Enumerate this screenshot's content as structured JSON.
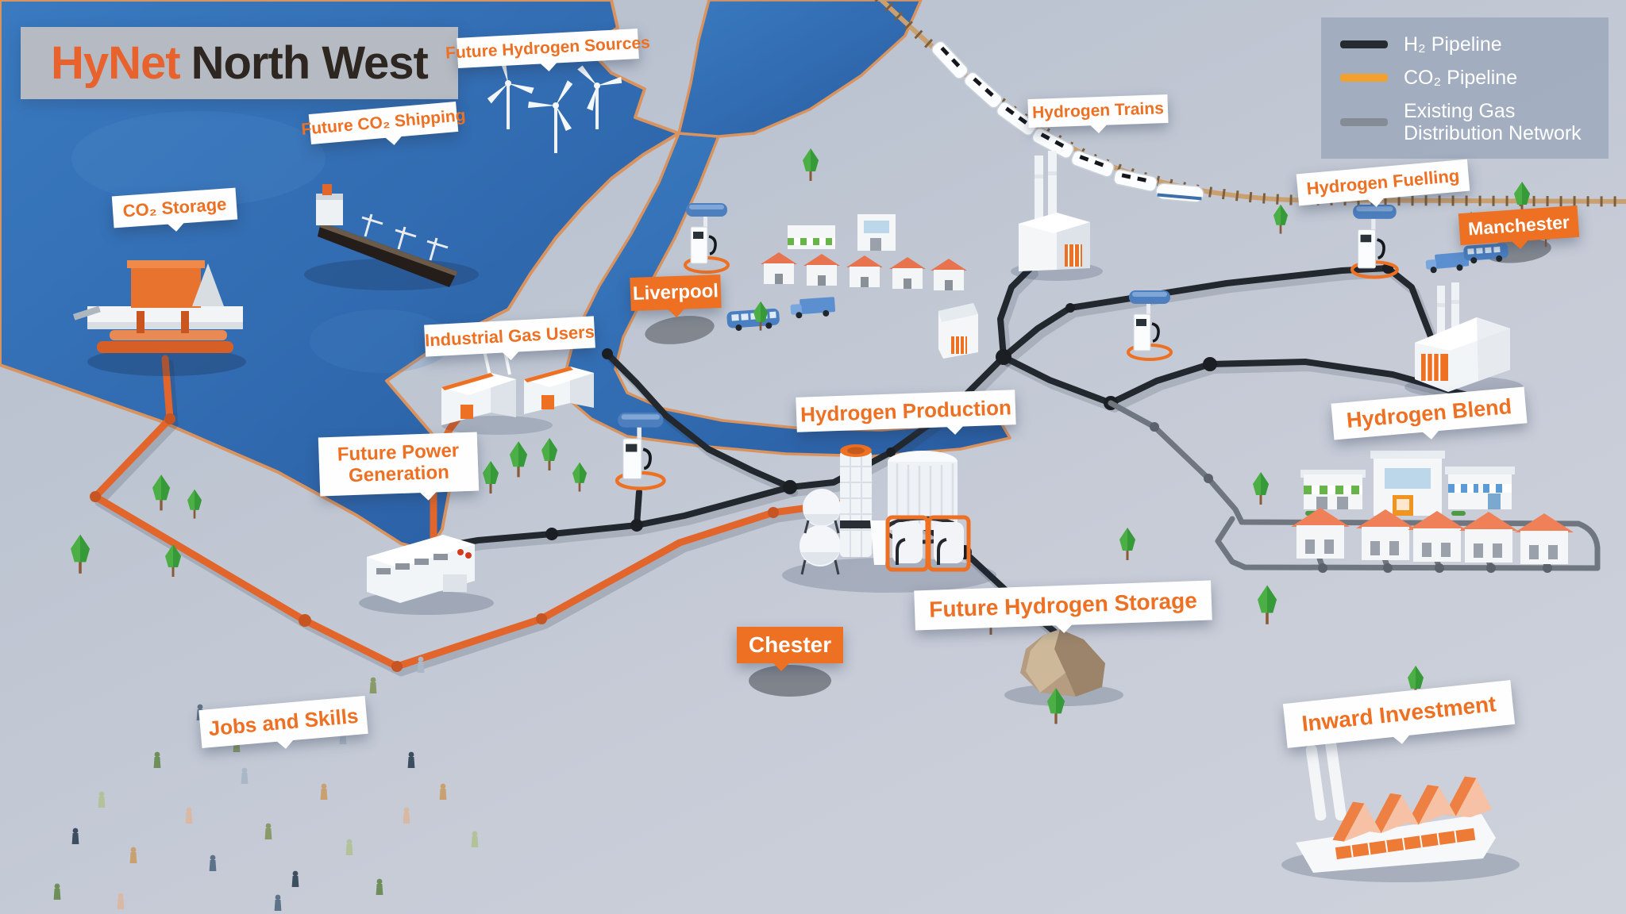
{
  "title": {
    "brand": "HyNet",
    "rest": "North West"
  },
  "legend": {
    "items": [
      {
        "id": "h2-pipeline",
        "label": "H₂ Pipeline",
        "color": "#262B31"
      },
      {
        "id": "co2-pipeline",
        "label": "CO₂ Pipeline",
        "color": "#F2A12E"
      },
      {
        "id": "gas-distribution",
        "label": "Existing Gas Distribution Network",
        "color": "#868C95"
      }
    ]
  },
  "labels": {
    "future_hydrogen_sources": {
      "text": "Future Hydrogen Sources",
      "variant": "white-banner"
    },
    "future_co2_shipping": {
      "text": "Future CO₂ Shipping",
      "variant": "white-banner"
    },
    "co2_storage": {
      "text": "CO₂ Storage",
      "variant": "white-banner"
    },
    "hydrogen_trains": {
      "text": "Hydrogen Trains",
      "variant": "white-banner"
    },
    "hydrogen_fuelling": {
      "text": "Hydrogen Fuelling",
      "variant": "white-banner"
    },
    "manchester": {
      "text": "Manchester",
      "variant": "orange-banner"
    },
    "liverpool": {
      "text": "Liverpool",
      "variant": "orange-banner"
    },
    "industrial_gas_users": {
      "text": "Industrial Gas Users",
      "variant": "white-banner"
    },
    "hydrogen_production": {
      "text": "Hydrogen Production",
      "variant": "white-banner"
    },
    "future_power_generation": {
      "text": "Future Power Generation",
      "variant": "white-banner"
    },
    "hydrogen_blend": {
      "text": "Hydrogen Blend",
      "variant": "white-banner"
    },
    "future_hydrogen_storage": {
      "text": "Future Hydrogen Storage",
      "variant": "white-banner"
    },
    "chester": {
      "text": "Chester",
      "variant": "orange-banner"
    },
    "jobs_and_skills": {
      "text": "Jobs and Skills",
      "variant": "white-banner"
    },
    "inward_investment": {
      "text": "Inward Investment",
      "variant": "white-banner"
    }
  },
  "colors": {
    "accent_orange": "#ED7023",
    "h2_pipeline": "#23282E",
    "co2_pipeline": "#E2662B",
    "gas_network": "#70767F",
    "sea": "#2F6DB4",
    "land": "#C2C9D5",
    "railway": "#A9855C",
    "title_brand": "#E8622D",
    "title_rest": "#2E2721"
  }
}
